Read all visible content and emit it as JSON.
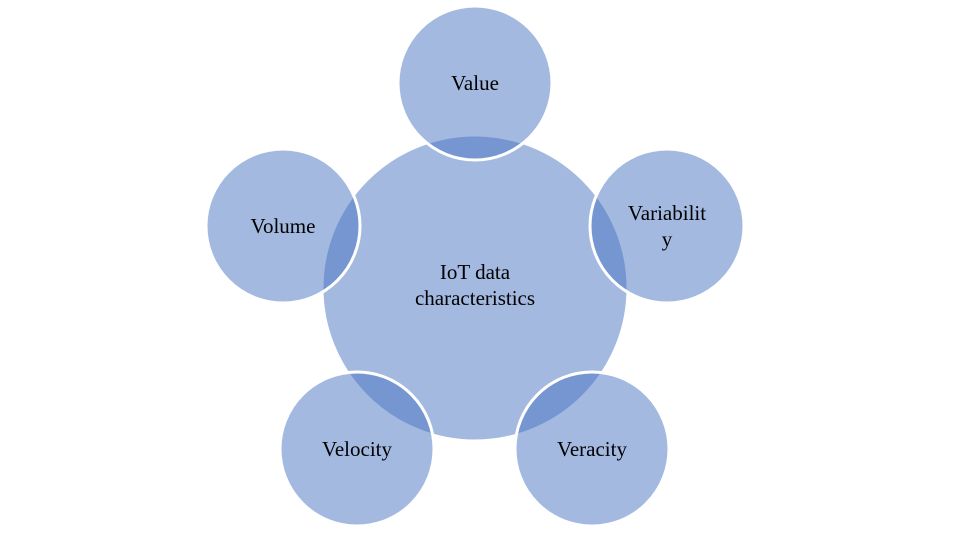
{
  "diagram": {
    "center": {
      "lines": [
        "IoT data",
        "characteristics"
      ]
    },
    "nodes": [
      {
        "id": "value",
        "lines": [
          "Value"
        ]
      },
      {
        "id": "variability",
        "lines": [
          "Variabilit",
          "y"
        ]
      },
      {
        "id": "veracity",
        "lines": [
          "Veracity"
        ]
      },
      {
        "id": "velocity",
        "lines": [
          "Velocity"
        ]
      },
      {
        "id": "volume",
        "lines": [
          "Volume"
        ]
      }
    ],
    "colors": {
      "fill": "#4773c1",
      "stroke": "#ffffff"
    }
  }
}
